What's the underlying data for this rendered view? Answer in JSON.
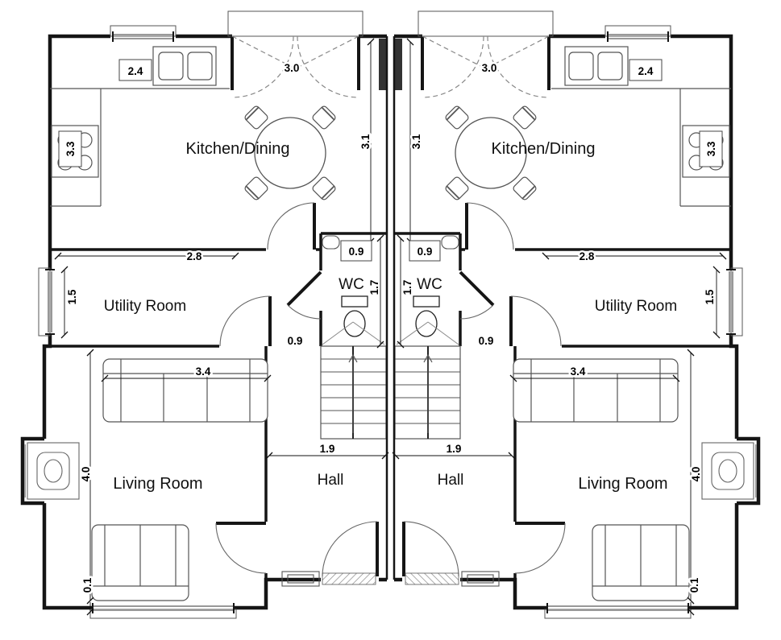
{
  "rooms": {
    "kitchen_dining": "Kitchen/Dining",
    "utility": "Utility Room",
    "wc": "WC",
    "hall": "Hall",
    "living": "Living Room"
  },
  "dims": {
    "sink_run": "2.4",
    "patio_doors": "3.0",
    "kitchen_depth": "3.1",
    "hob_run": "3.3",
    "utility_width": "2.8",
    "utility_depth": "1.5",
    "wc_width": "0.9",
    "wc_depth": "1.7",
    "lobby_opening": "0.9",
    "sofa_run": "3.4",
    "hall_width": "1.9",
    "living_depth": "4.0",
    "wall_offset": "0.1"
  },
  "colors": {
    "wall": "#151515",
    "furniture": "#555555",
    "glass": "#999999"
  }
}
